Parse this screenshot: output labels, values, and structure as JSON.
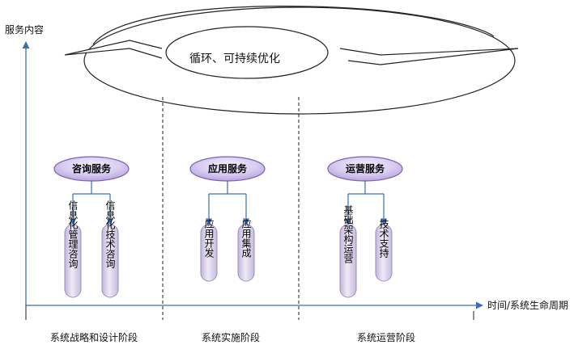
{
  "axis": {
    "y_label": "服务内容",
    "x_label": "时间/系统生命周期"
  },
  "cycle": {
    "label": "循环、可持续优化"
  },
  "phases": [
    {
      "label": "系统战略和设计阶段"
    },
    {
      "label": "系统实施阶段"
    },
    {
      "label": "系统运营阶段"
    }
  ],
  "services": [
    {
      "label": "咨询服务",
      "items": [
        "信息化管理咨询",
        "信息化技术咨询"
      ]
    },
    {
      "label": "应用服务",
      "items": [
        "应用开发",
        "应用集成"
      ]
    },
    {
      "label": "运营服务",
      "items": [
        "基础架构运营",
        "技术支持"
      ]
    }
  ],
  "colors": {
    "axis": "#3a6fb5",
    "pill_fill": "#d8ccf0",
    "pill_stroke": "#7a5fb0",
    "capsule_fill": "#d9d4e8",
    "connector": "#3a6fb5"
  }
}
